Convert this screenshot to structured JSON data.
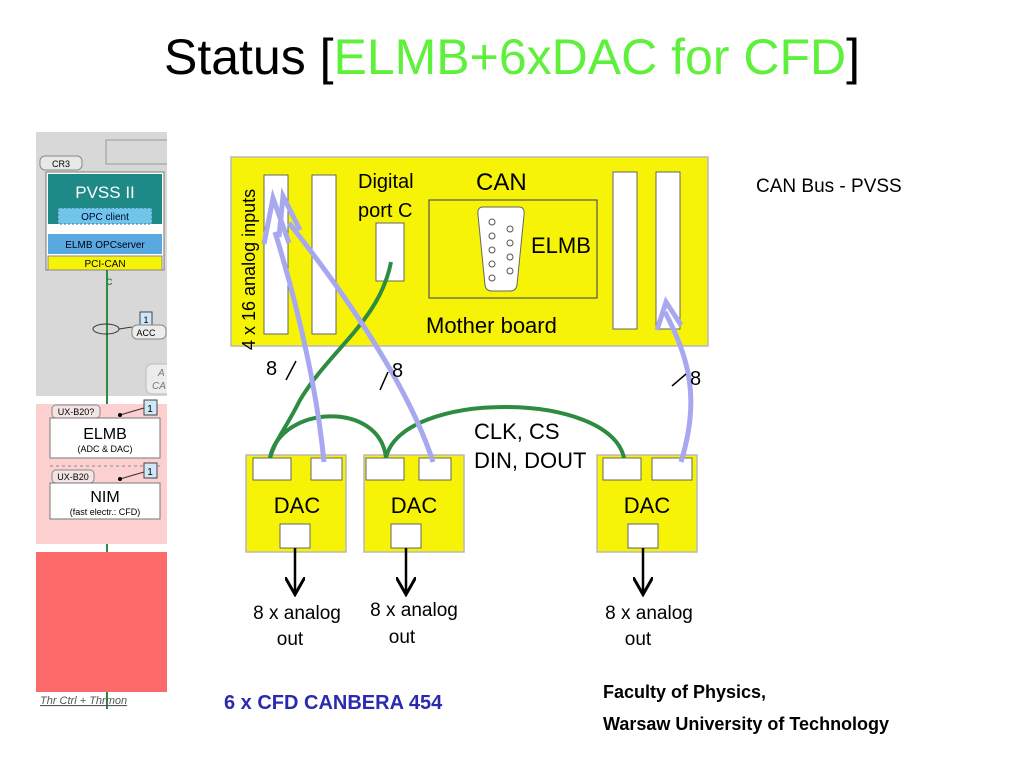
{
  "title": {
    "prefix": "Status [",
    "highlight": "ELMB+6xDAC for  CFD",
    "suffix": "]"
  },
  "colors": {
    "title_highlight": "#5ef03a",
    "board_yellow": "#f7f306",
    "arrow_lavender": "#a8a8f0",
    "wire_green": "#2e8b42",
    "footer_blue": "#2a2ab0",
    "pink_panel": "#fcd0d0",
    "red_panel": "#fd6a6a",
    "teal_box": "#1e8a88"
  },
  "left_panel": {
    "cr3_label": "CR3",
    "pvss_label": "PVSS II",
    "opc_client_label": "OPC client",
    "elmb_opc_label": "ELMB OPCserver",
    "pci_can_label": "PCI-CAN",
    "c_label": "C",
    "acc_num": "1",
    "acc_label": "ACC",
    "partial_a": "A",
    "partial_ca": "CA",
    "uxb20q_label": "UX-B20?",
    "elmb_num": "1",
    "elmb_label": "ELMB",
    "elmb_sub": "(ADC & DAC)",
    "uxb20_label": "UX-B20",
    "nim_num": "1",
    "nim_label": "NIM",
    "nim_sub": "(fast electr.: CFD)",
    "bottom_text": "Thr Ctrl + Thrmon"
  },
  "diagram": {
    "analog_inputs": "4 x 16 analog inputs",
    "digital_line1": "Digital",
    "digital_line2": "port C",
    "can_label": "CAN",
    "elmb_label": "ELMB",
    "mother_board": "Mother board",
    "bus8_left": "8",
    "bus8_mid": "8",
    "bus8_right": "8",
    "clk_cs": "CLK, CS",
    "din_dout": "DIN, DOUT",
    "dac_labels": [
      "DAC",
      "DAC",
      "DAC"
    ],
    "out_line1": "8 x analog",
    "out_line2": "out"
  },
  "can_bus_note": "CAN Bus - PVSS",
  "cfd_note": "6 x CFD CANBERA 454",
  "faculty": {
    "line1": "Faculty of Physics,",
    "line2": "Warsaw University of Technology"
  }
}
